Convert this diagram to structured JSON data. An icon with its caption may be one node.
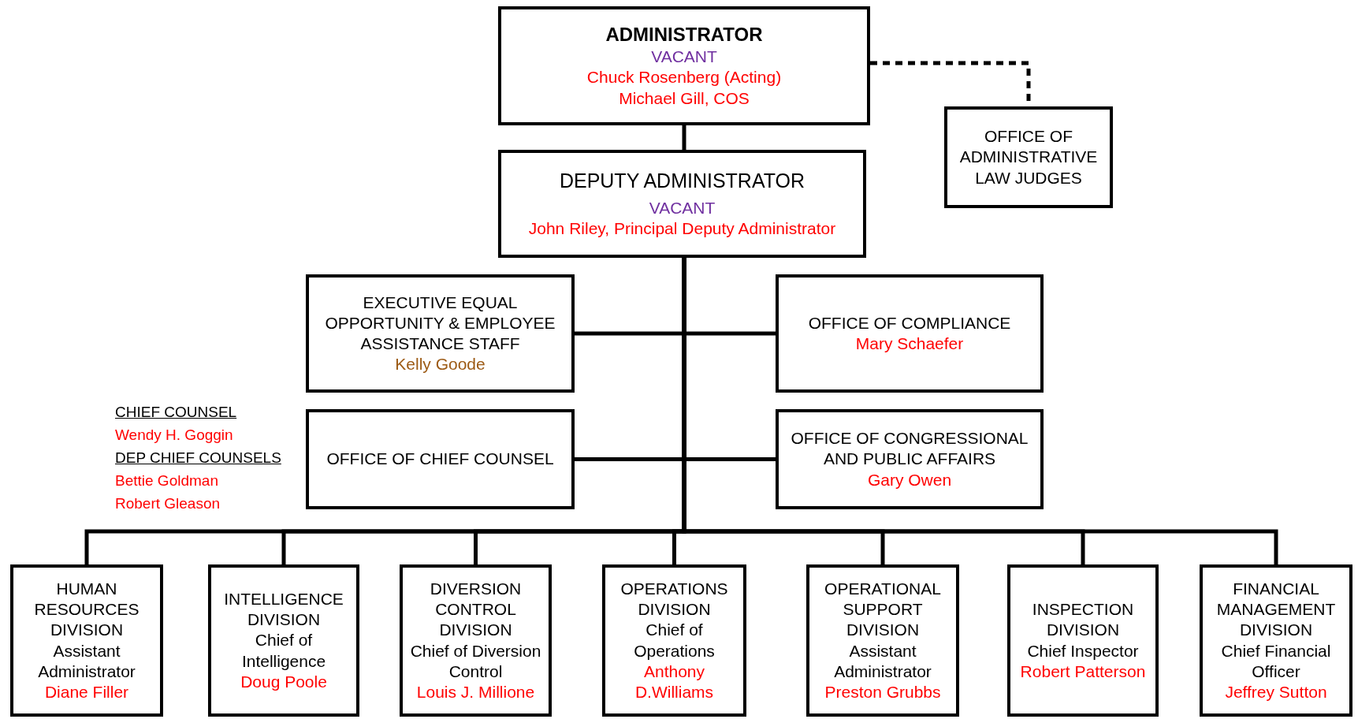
{
  "diagram": {
    "nodes": [
      {
        "text": [
          "ADMINISTRATOR",
          "VACANT",
          "Chuck Rosenberg (Acting)",
          "Michael Gill, COS"
        ]
      },
      {
        "text": [
          "OFFICE OF ADMINISTRATIVE LAW JUDGES"
        ]
      },
      {
        "text": [
          "DEPUTY ADMINISTRATOR",
          "VACANT",
          "John Riley, Principal Deputy Administrator"
        ]
      },
      {
        "text": [
          "EXECUTIVE EQUAL OPPORTUNITY & EMPLOYEE ASSISTANCE STAFF",
          "Kelly Goode"
        ]
      },
      {
        "text": [
          "OFFICE OF COMPLIANCE",
          "Mary Schaefer"
        ]
      },
      {
        "text": [
          "OFFICE OF CHIEF COUNSEL"
        ]
      },
      {
        "text": [
          "OFFICE OF CONGRESSIONAL AND PUBLIC AFFAIRS",
          "Gary Owen"
        ]
      },
      {
        "text": [
          "HUMAN RESOURCES DIVISION",
          "Assistant Administrator",
          "Diane Filler"
        ]
      },
      {
        "text": [
          "INTELLIGENCE DIVISION",
          "Chief of Intelligence",
          "Doug Poole"
        ]
      },
      {
        "text": [
          "DIVERSION CONTROL DIVISION",
          "Chief of Diversion Control",
          "Louis J. Millione"
        ]
      },
      {
        "text": [
          "OPERATIONS DIVISION",
          "Chief of Operations",
          "Anthony D.Williams"
        ]
      },
      {
        "text": [
          "OPERATIONAL SUPPORT DIVISION",
          "Assistant Administrator",
          "Preston Grubbs"
        ]
      },
      {
        "text": [
          "INSPECTION DIVISION",
          "Chief Inspector",
          "Robert Patterson"
        ]
      },
      {
        "text": [
          "FINANCIAL MANAGEMENT DIVISION",
          "Chief Financial Officer",
          "Jeffrey Sutton"
        ]
      }
    ],
    "edges": [
      {
        "from": 0,
        "to": 2,
        "arrow": "none"
      },
      {
        "from": 0,
        "to": 1,
        "arrow": "none",
        "style": "dashed"
      },
      {
        "from": 2,
        "to": 3,
        "arrow": "none"
      },
      {
        "from": 2,
        "to": 4,
        "arrow": "none"
      },
      {
        "from": 2,
        "to": 5,
        "arrow": "none"
      },
      {
        "from": 2,
        "to": 6,
        "arrow": "none"
      },
      {
        "from": 2,
        "to": 7,
        "arrow": "none"
      },
      {
        "from": 2,
        "to": 8,
        "arrow": "none"
      },
      {
        "from": 2,
        "to": 9,
        "arrow": "none"
      },
      {
        "from": 2,
        "to": 10,
        "arrow": "none"
      },
      {
        "from": 2,
        "to": 11,
        "arrow": "none"
      },
      {
        "from": 2,
        "to": 12,
        "arrow": "none"
      },
      {
        "from": 2,
        "to": 13,
        "arrow": "none"
      }
    ],
    "labels": [
      "CHIEF COUNSEL",
      "Wendy H. Goggin",
      "DEP CHIEF COUNSELS",
      "Bettie Goldman",
      "Robert Gleason"
    ]
  }
}
